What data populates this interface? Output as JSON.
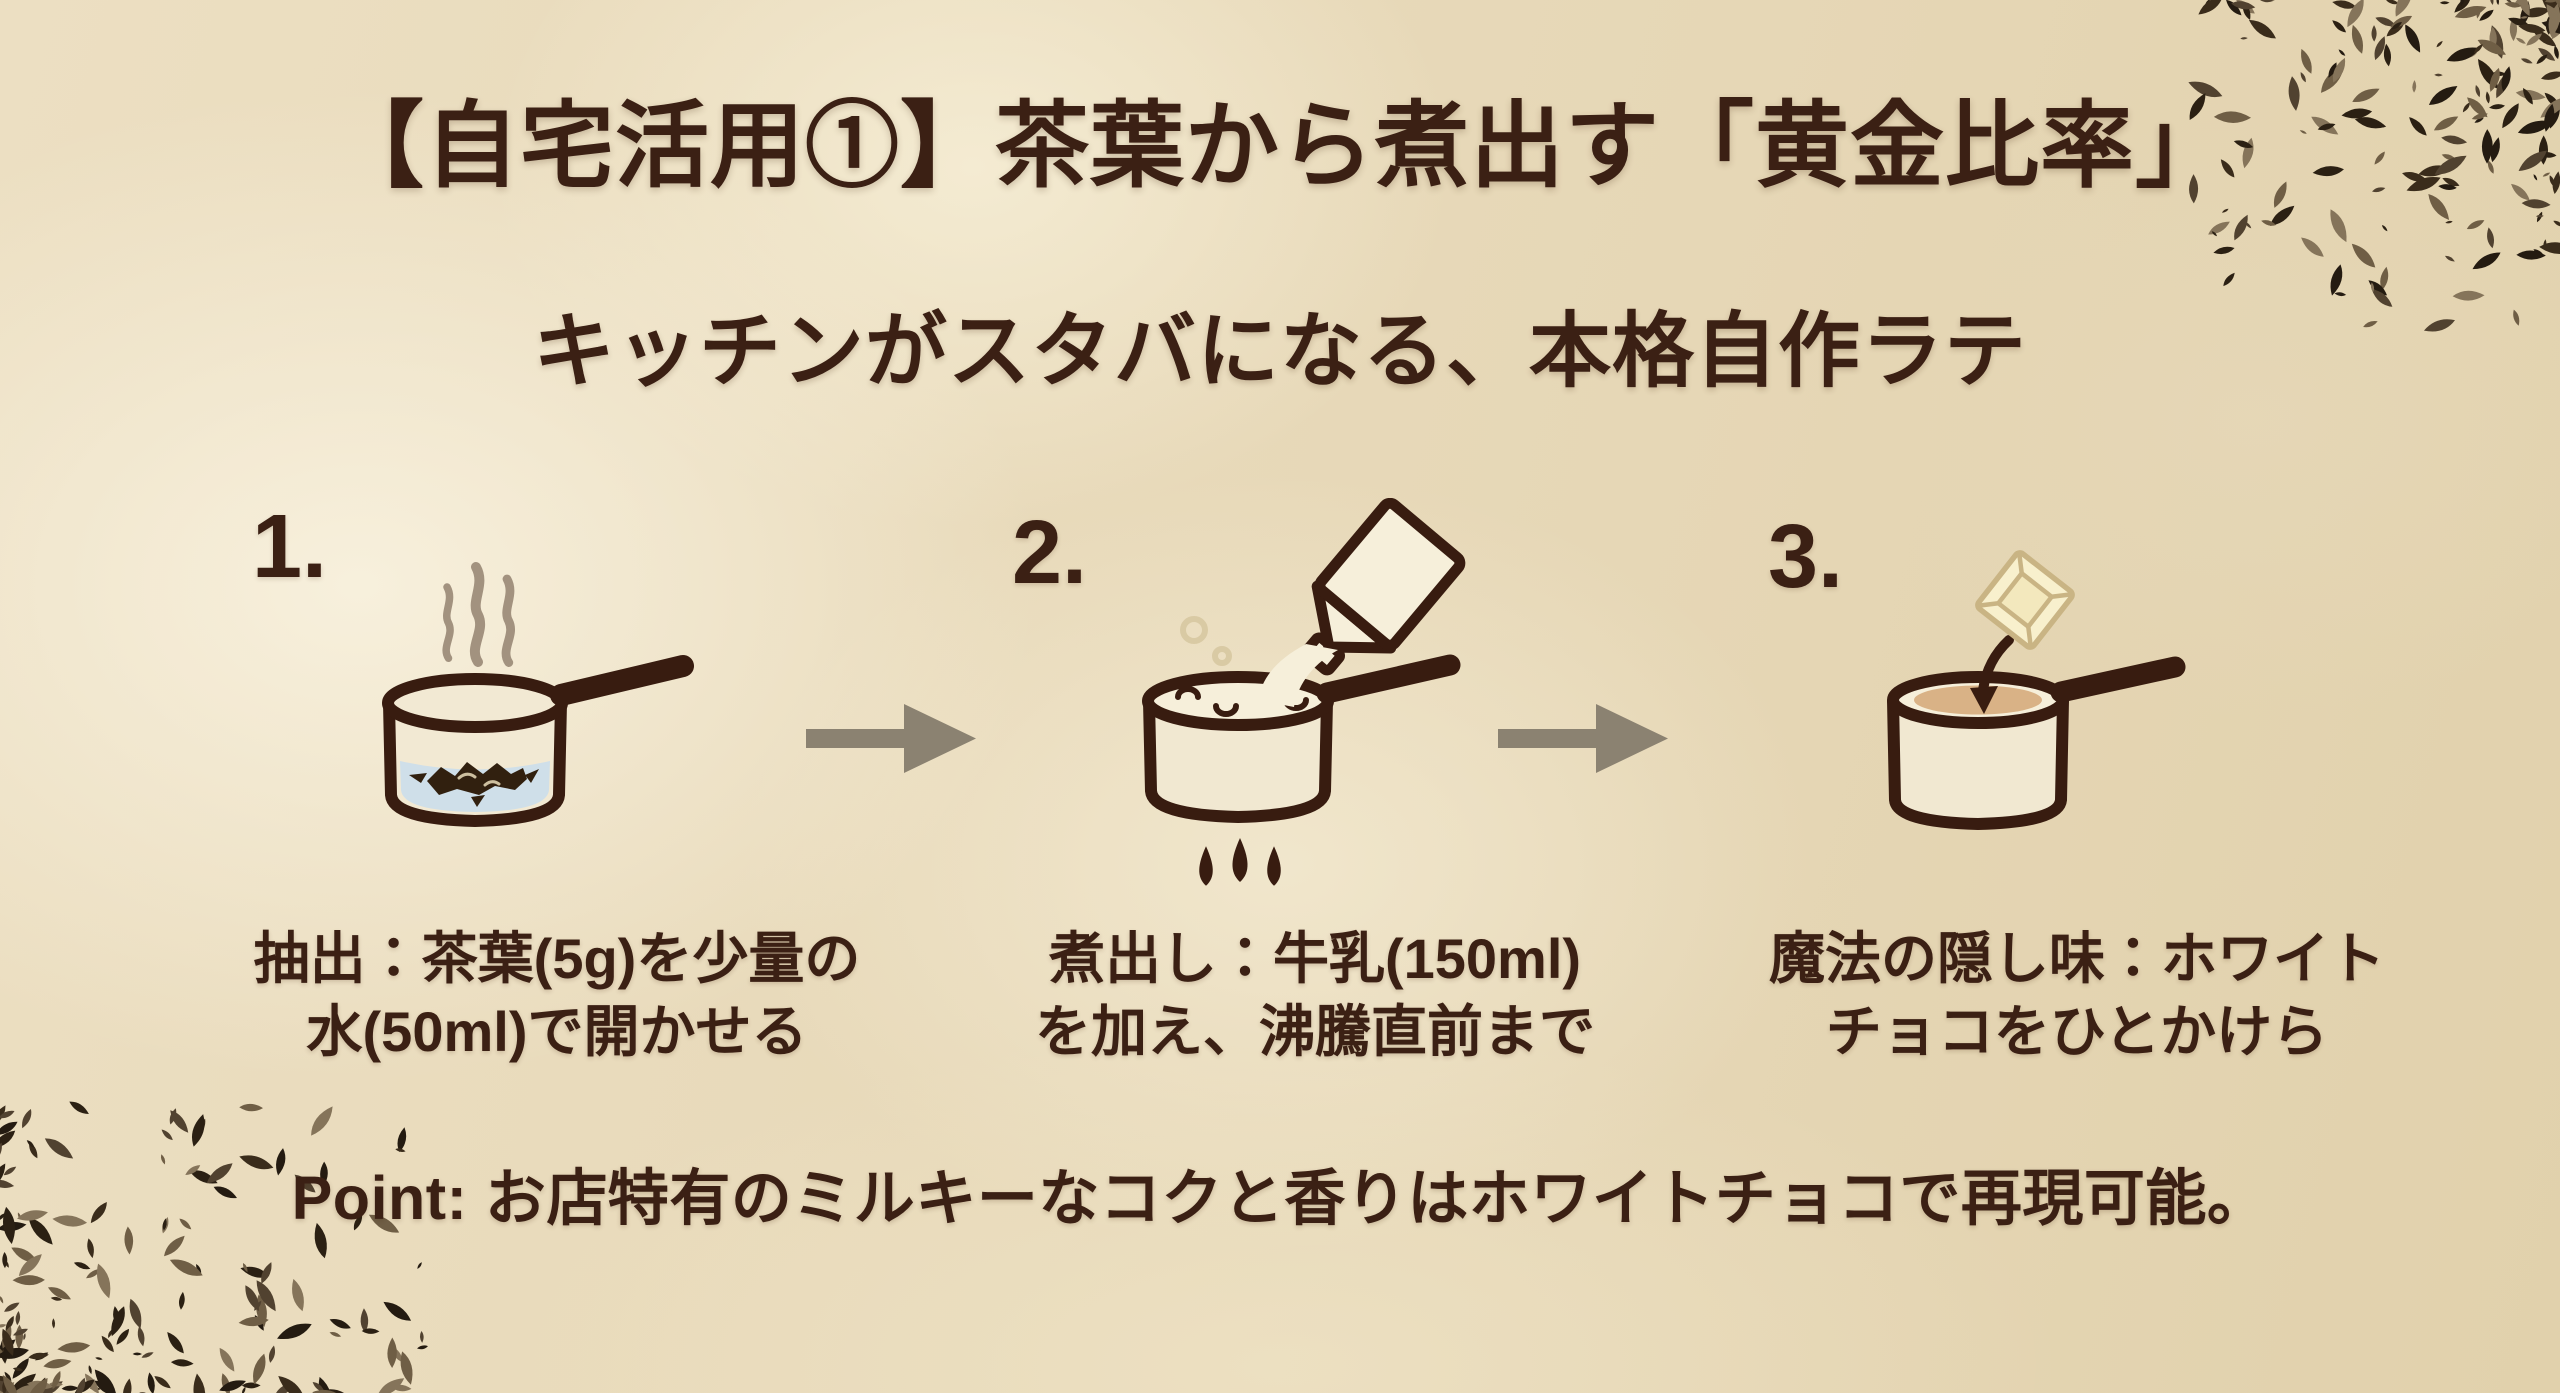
{
  "header": {
    "title": "【自宅活用①】茶葉から煮出す「黄金比率」",
    "subtitle": "キッチンがスタバになる、本格自作ラテ"
  },
  "steps": [
    {
      "number": "1.",
      "icon": "saucepan-with-tea-leaves-and-steam",
      "caption": [
        "抽出：茶葉(5g)を少量の",
        "水(50ml)で開かせる"
      ]
    },
    {
      "number": "2.",
      "icon": "milk-carton-pouring-into-saucepan-over-flame",
      "caption": [
        "煮出し：牛乳(150ml)",
        "を加え、沸騰直前まで"
      ]
    },
    {
      "number": "3.",
      "icon": "white-chocolate-piece-dropping-into-saucepan",
      "caption": [
        "魔法の隠し味：ホワイト",
        "チョコをひとかけら"
      ]
    }
  ],
  "point": {
    "text": "Point: お店特有のミルキーなコクと香りはホワイトチョコで再現可能。"
  },
  "colors": {
    "ink": "#3b2014",
    "outline": "#381c10",
    "background": "#e8dabb",
    "arrow": "#8b8271",
    "steam": "#a2927f",
    "water": "#cfdfe9",
    "milk": "#f6efda",
    "latte": "#d9b286",
    "chocolate": "#f8f0cd",
    "chocolate_edge": "#c9b484"
  }
}
